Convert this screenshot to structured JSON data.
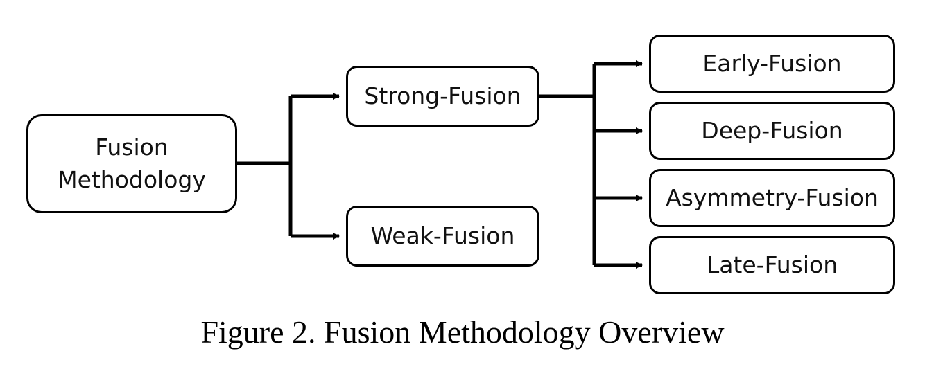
{
  "diagram": {
    "root": {
      "lines": [
        "Fusion",
        "Methodology"
      ]
    },
    "level1": [
      {
        "id": "strong",
        "label": "Strong-Fusion"
      },
      {
        "id": "weak",
        "label": "Weak-Fusion"
      }
    ],
    "strong_children": [
      {
        "id": "early",
        "label": "Early-Fusion"
      },
      {
        "id": "deep",
        "label": "Deep-Fusion"
      },
      {
        "id": "asym",
        "label": "Asymmetry-Fusion"
      },
      {
        "id": "late",
        "label": "Late-Fusion"
      }
    ],
    "edges": [
      [
        "root",
        "strong"
      ],
      [
        "root",
        "weak"
      ],
      [
        "strong",
        "early"
      ],
      [
        "strong",
        "deep"
      ],
      [
        "strong",
        "asym"
      ],
      [
        "strong",
        "late"
      ]
    ]
  },
  "caption": "Figure 2. Fusion Methodology Overview",
  "colors": {
    "stroke": "#000000",
    "box_fill": "#ffffff",
    "text": "#111111"
  }
}
